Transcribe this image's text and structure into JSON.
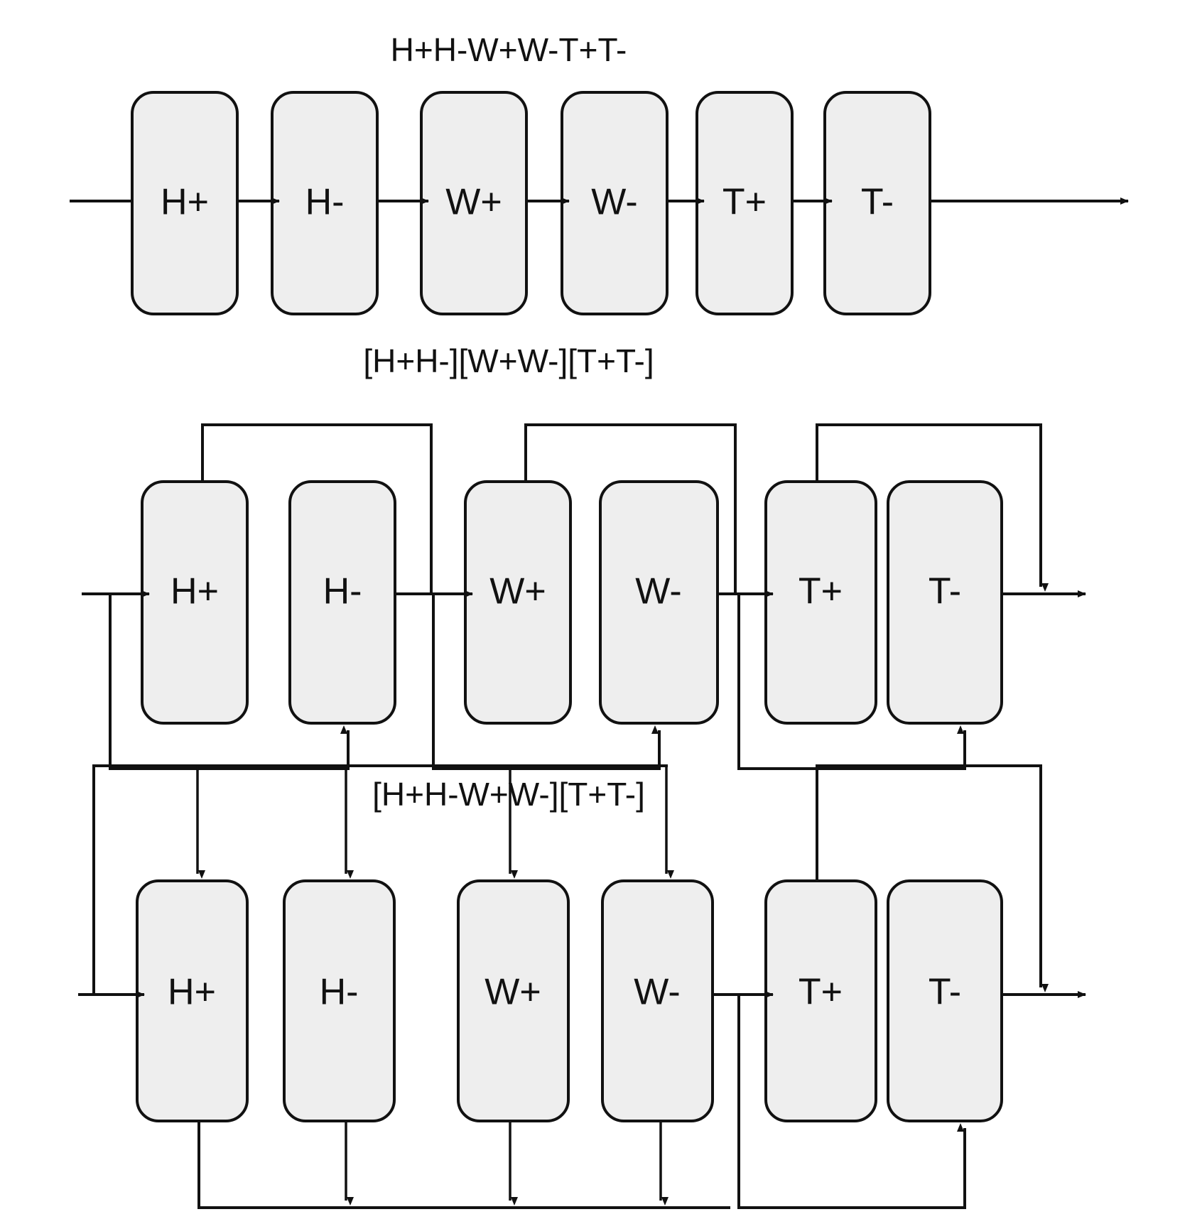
{
  "figure": {
    "title": "Pipeline scheduling block diagrams",
    "background_color": "#ffffff",
    "block_fill": "#eeeeee",
    "block_stroke": "#111111",
    "text_color": "#111111"
  },
  "rows": [
    {
      "caption": "H+H-W+W-T+T-",
      "caption_position": "above",
      "blocks": [
        {
          "label": "H+"
        },
        {
          "label": "H-"
        },
        {
          "label": "W+"
        },
        {
          "label": "W-"
        },
        {
          "label": "T+"
        },
        {
          "label": "T-"
        }
      ]
    },
    {
      "caption": "[H+H-][W+W-][T+T-]",
      "caption_position": "above",
      "blocks": [
        {
          "label": "H+"
        },
        {
          "label": "H-"
        },
        {
          "label": "W+"
        },
        {
          "label": "W-"
        },
        {
          "label": "T+"
        },
        {
          "label": "T-"
        }
      ]
    },
    {
      "caption": "[H+H-W+W-][T+T-]",
      "caption_position": "above",
      "blocks": [
        {
          "label": "H+"
        },
        {
          "label": "H-"
        },
        {
          "label": "W+"
        },
        {
          "label": "W-"
        },
        {
          "label": "T+"
        },
        {
          "label": "T-"
        }
      ]
    }
  ]
}
